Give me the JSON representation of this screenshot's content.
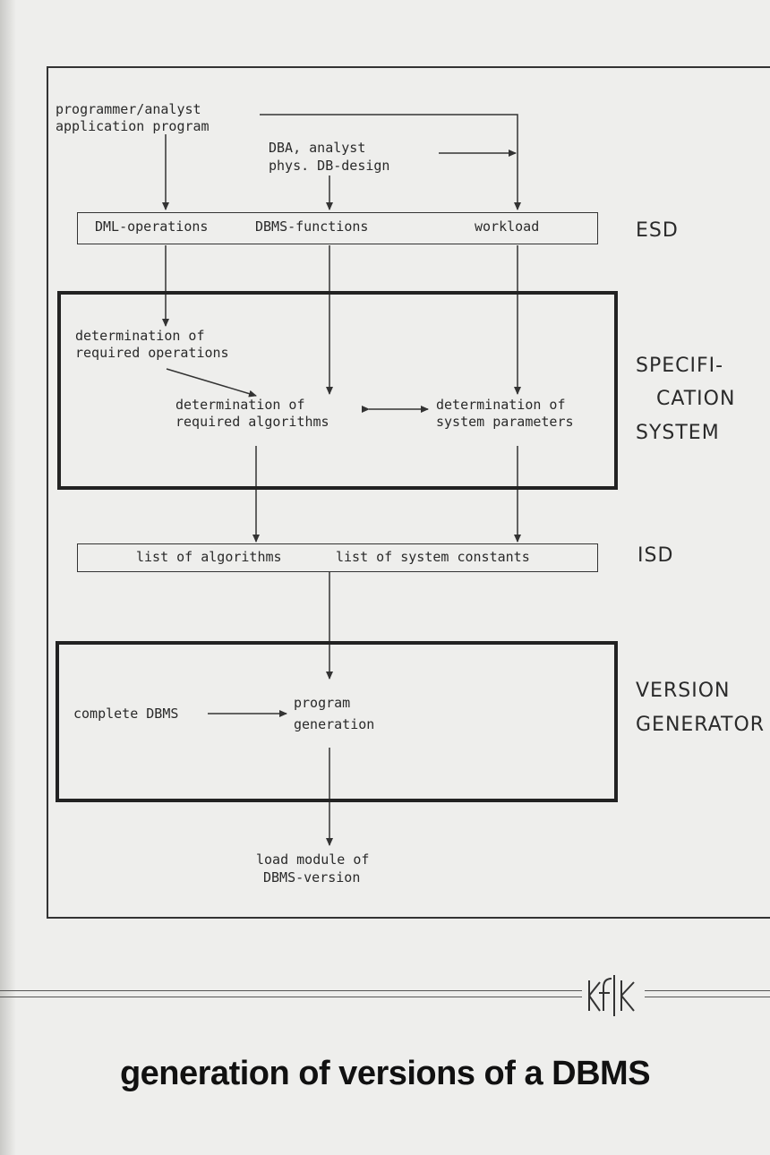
{
  "inputs": {
    "programmer_line1": "programmer/analyst",
    "programmer_line2": "application program",
    "dba_line1": "DBA, analyst",
    "dba_line2": "phys. DB-design"
  },
  "esd_box": {
    "dml": "DML-operations",
    "dbms_functions": "DBMS-functions",
    "workload": "workload"
  },
  "specification": {
    "req_ops_line1": "determination of",
    "req_ops_line2": "required operations",
    "req_alg_line1": "determination of",
    "req_alg_line2": "required algorithms",
    "sys_par_line1": "determination of",
    "sys_par_line2": "system parameters"
  },
  "isd_box": {
    "algorithms": "list of algorithms",
    "constants": "list of system constants"
  },
  "version_generator": {
    "complete": "complete DBMS",
    "program_line1": "program",
    "program_line2": "generation"
  },
  "output": {
    "line1": "load module of",
    "line2": "DBMS-version"
  },
  "side_labels": {
    "esd": "ESD",
    "spec_line1": "SPECIFI-",
    "spec_line2": "CATION",
    "spec_line3": "SYSTEM",
    "isd": "ISD",
    "vg_line1": "VERSION",
    "vg_line2": "GENERATOR"
  },
  "logo_text": "KfK",
  "caption": "generation of versions of a DBMS"
}
